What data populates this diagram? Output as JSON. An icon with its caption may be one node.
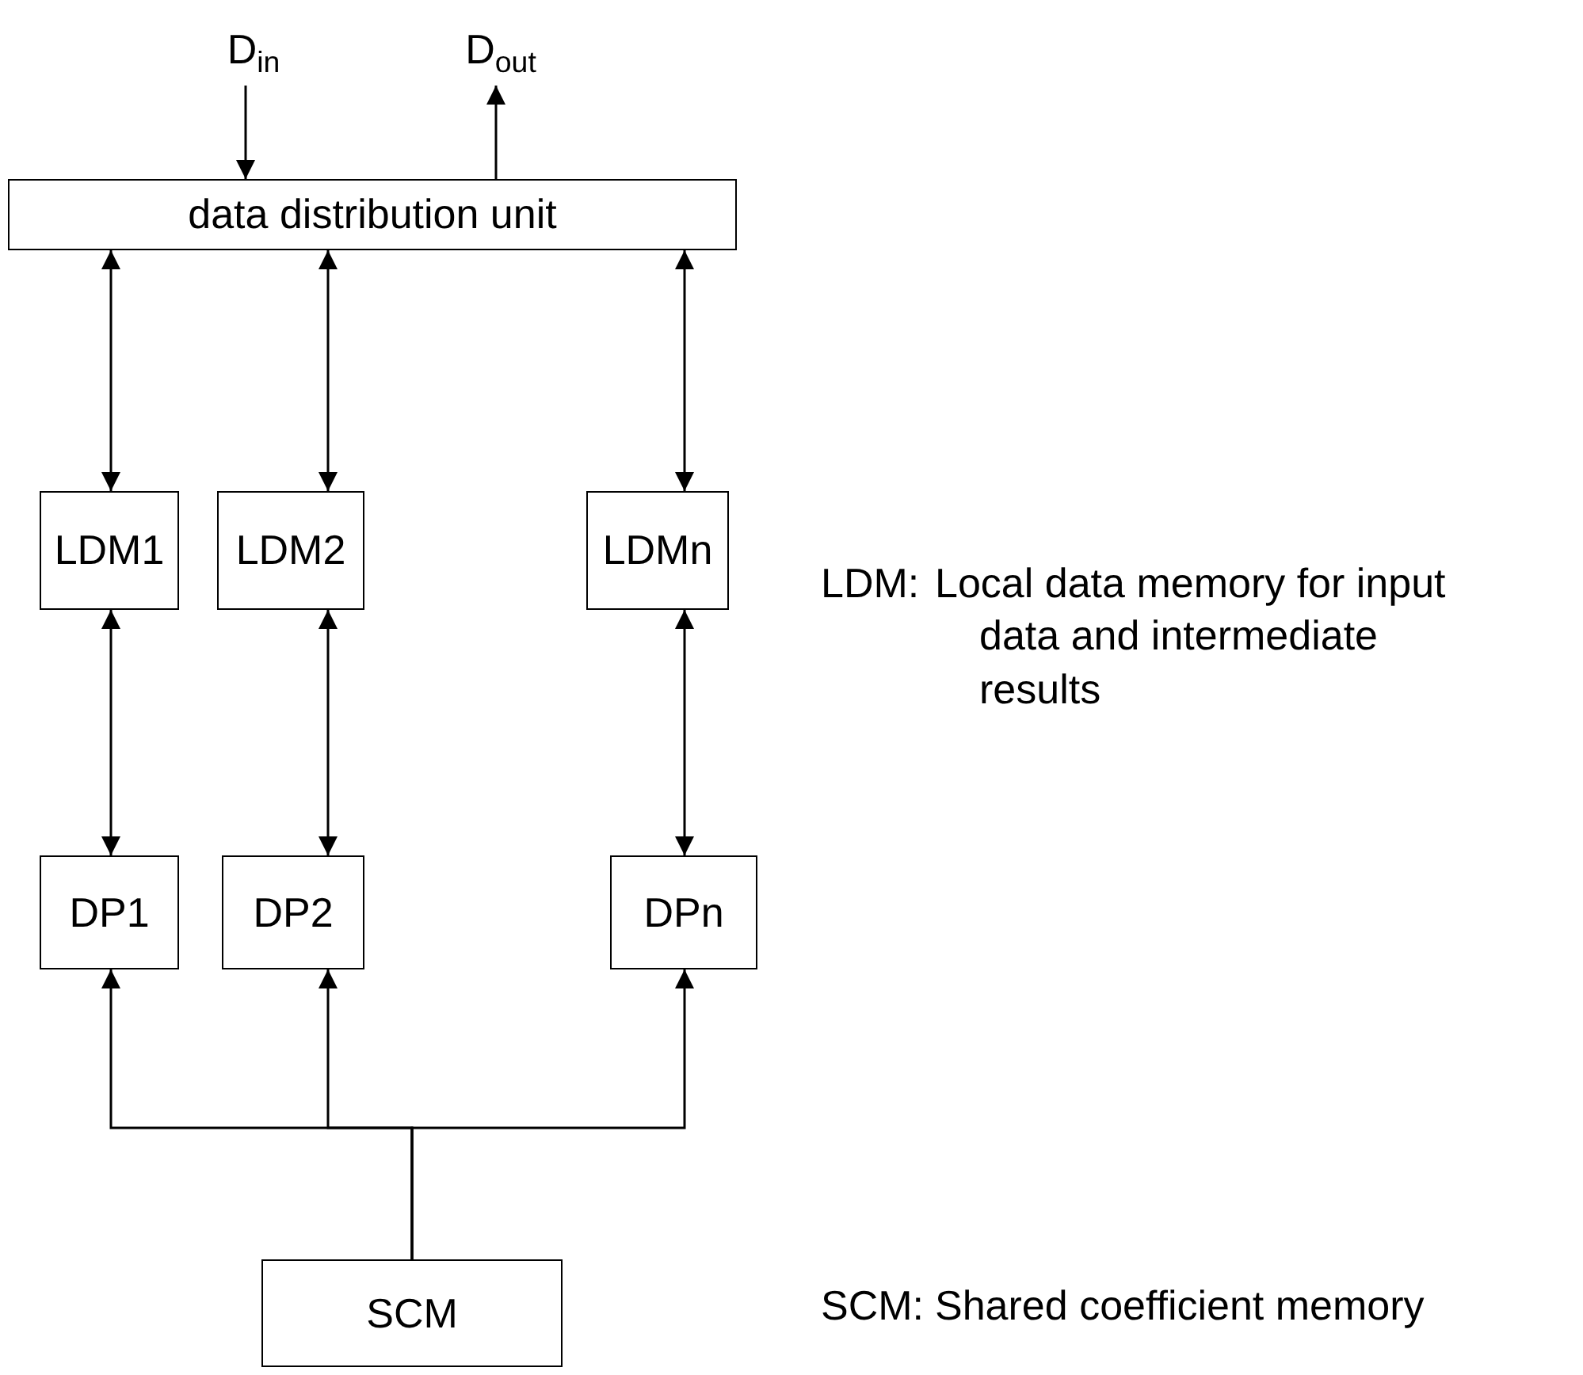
{
  "diagram": {
    "nodes": [
      {
        "text": [
          "D$_{in}$"
        ]
      },
      {
        "text": [
          "D$_{out}$"
        ]
      },
      {
        "text": [
          "data distribution unit"
        ]
      },
      {
        "text": [
          "LDM1"
        ]
      },
      {
        "text": [
          "LDM2"
        ]
      },
      {
        "text": [
          "LDMn"
        ]
      },
      {
        "text": [
          "DP1"
        ]
      },
      {
        "text": [
          "DP2"
        ]
      },
      {
        "text": [
          "DPn"
        ]
      },
      {
        "text": [
          "SCM"
        ]
      }
    ],
    "edges": [
      {
        "from": 0,
        "to": 2,
        "arrow": "to"
      },
      {
        "from": 2,
        "to": 1,
        "arrow": "to"
      },
      {
        "from": 2,
        "to": 3,
        "arrow": "both"
      },
      {
        "from": 2,
        "to": 4,
        "arrow": "both"
      },
      {
        "from": 2,
        "to": 5,
        "arrow": "both"
      },
      {
        "from": 3,
        "to": 6,
        "arrow": "both"
      },
      {
        "from": 4,
        "to": 7,
        "arrow": "both"
      },
      {
        "from": 5,
        "to": 8,
        "arrow": "both"
      },
      {
        "from": 9,
        "to": 6,
        "arrow": "to"
      },
      {
        "from": 9,
        "to": 7,
        "arrow": "to"
      },
      {
        "from": 9,
        "to": 8,
        "arrow": "to"
      }
    ],
    "labels": [
      "LDM:",
      "Local data memory for input data and intermediate results",
      "SCM:",
      "Shared coefficient memory"
    ]
  }
}
